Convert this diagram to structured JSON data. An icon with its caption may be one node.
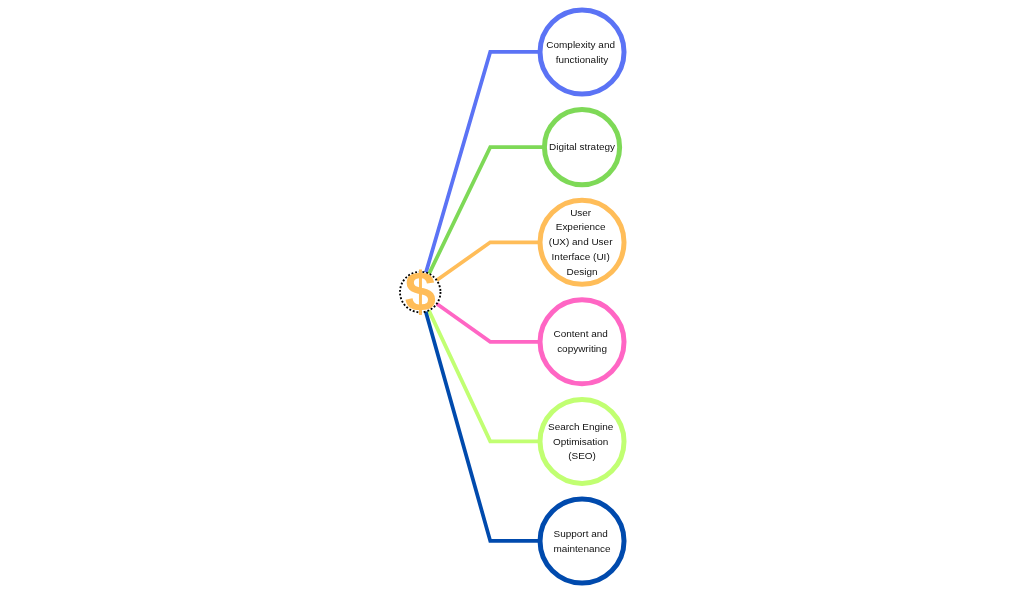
{
  "diagram": {
    "nodes": [
      {
        "text": [
          "$"
        ]
      },
      {
        "text": [
          "Complexity and functionality"
        ]
      },
      {
        "text": [
          "Digital strategy"
        ]
      },
      {
        "text": [
          "User Experience (UX) and User Interface (UI) Design"
        ]
      },
      {
        "text": [
          "Content and copywriting"
        ]
      },
      {
        "text": [
          "Search Engine Optimisation (SEO)"
        ]
      },
      {
        "text": [
          "Support and maintenance"
        ]
      }
    ],
    "edges": [
      {
        "from": 0,
        "to": 1,
        "arrow": "none",
        "color": "#5b73f5"
      },
      {
        "from": 0,
        "to": 2,
        "arrow": "none",
        "color": "#7ed957"
      },
      {
        "from": 0,
        "to": 3,
        "arrow": "none",
        "color": "#ffbd59"
      },
      {
        "from": 0,
        "to": 4,
        "arrow": "none",
        "color": "#ff66c4"
      },
      {
        "from": 0,
        "to": 5,
        "arrow": "none",
        "color": "#c1ff72"
      },
      {
        "from": 0,
        "to": 6,
        "arrow": "none",
        "color": "#004aad"
      }
    ]
  }
}
